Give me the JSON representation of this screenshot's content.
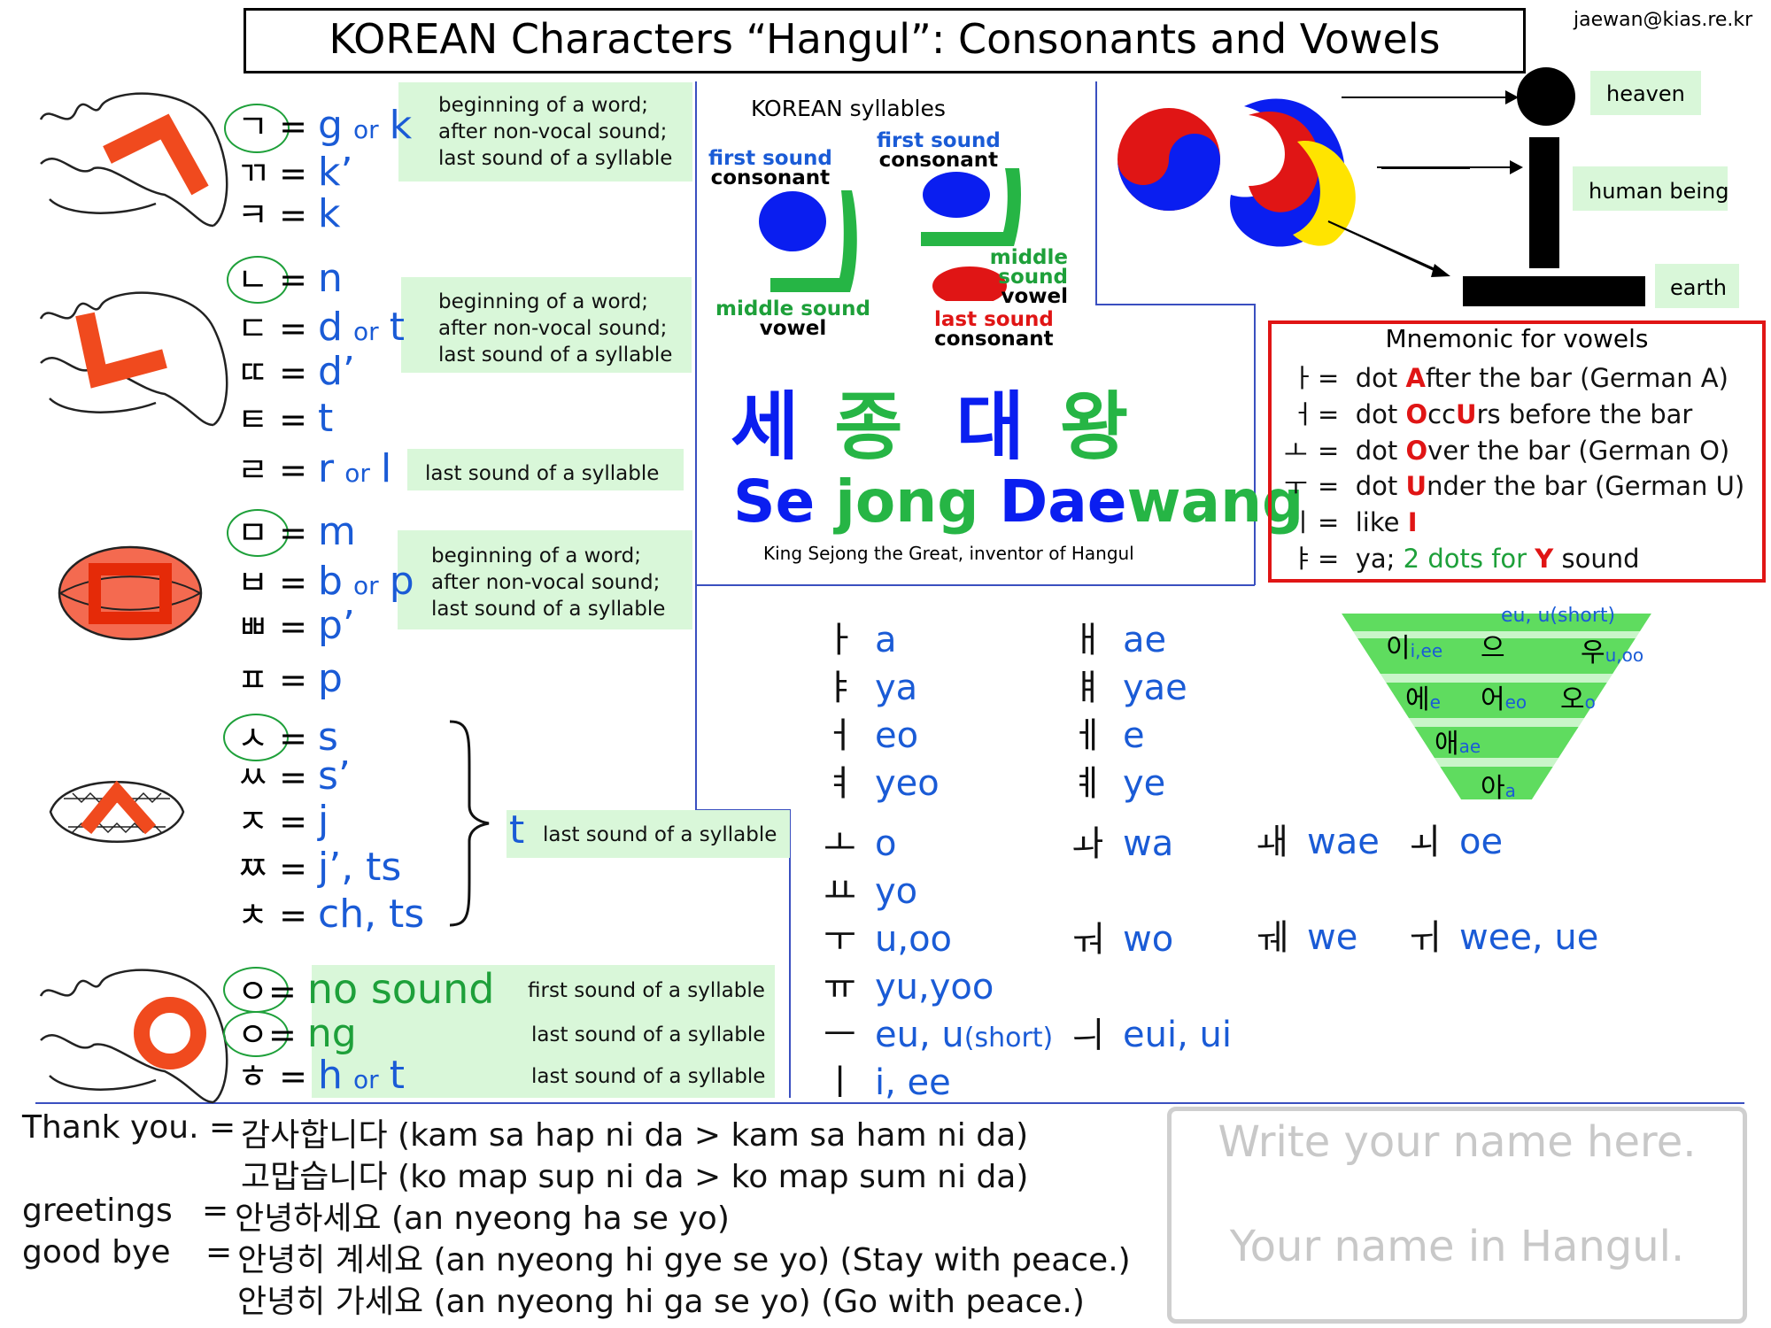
{
  "title": "KOREAN Characters “Hangul”: Consonants and Vowels",
  "email": "jaewan@kias.re.kr",
  "consonants": {
    "g_k": {
      "jamo": "ㄱ",
      "eq": "=",
      "a": "g",
      "or": "or",
      "b": "k"
    },
    "kk": {
      "jamo": "ㄲ",
      "eq": "=",
      "a": "k’"
    },
    "kh": {
      "jamo": "ㅋ",
      "eq": "=",
      "a": "k"
    },
    "n": {
      "jamo": "ㄴ",
      "eq": "=",
      "a": "n"
    },
    "d_t": {
      "jamo": "ㄷ",
      "eq": "=",
      "a": "d",
      "or": "or",
      "b": "t"
    },
    "dd": {
      "jamo": "ㄸ",
      "eq": "=",
      "a": "d’"
    },
    "t": {
      "jamo": "ㅌ",
      "eq": "=",
      "a": "t"
    },
    "r_l": {
      "jamo": "ㄹ",
      "eq": "=",
      "a": "r",
      "or": "or",
      "b": "l"
    },
    "m": {
      "jamo": "ㅁ",
      "eq": "=",
      "a": "m"
    },
    "b_p": {
      "jamo": "ㅂ",
      "eq": "=",
      "a": "b",
      "or": "or",
      "b": "p"
    },
    "pp": {
      "jamo": "ㅃ",
      "eq": "=",
      "a": "p’"
    },
    "ph": {
      "jamo": "ㅍ",
      "eq": "=",
      "a": "p"
    },
    "s": {
      "jamo": "ㅅ",
      "eq": "=",
      "a": "s"
    },
    "ss": {
      "jamo": "ㅆ",
      "eq": "=",
      "a": "s’"
    },
    "j": {
      "jamo": "ㅈ",
      "eq": "=",
      "a": "j"
    },
    "jj": {
      "jamo": "ㅉ",
      "eq": "=",
      "a": "j’, ts"
    },
    "ch": {
      "jamo": "ㅊ",
      "eq": "=",
      "a": "ch, ts"
    },
    "ieung1": {
      "jamo": "ㅇ",
      "eq": "=",
      "a": "no sound"
    },
    "ieung2": {
      "jamo": "ㅇ",
      "eq": "=",
      "a": "ng"
    },
    "h_t": {
      "jamo": "ㅎ",
      "eq": "=",
      "a": "h",
      "or": "or",
      "b": "t"
    }
  },
  "notes": {
    "block_lines": [
      "beginning of a word;",
      "after non-vocal sound;",
      "last sound of a syllable"
    ],
    "last_sound": "last sound of a syllable",
    "first_sound": "first sound of a syllable",
    "t_letter": "t"
  },
  "syllables": {
    "heading": "KOREAN syllables",
    "first_sound": "first sound",
    "consonant": "consonant",
    "middle_sound": "middle sound",
    "vowel": "vowel",
    "last_sound": "last sound"
  },
  "sejong": {
    "hangul": [
      "세",
      "종",
      "대",
      "왕"
    ],
    "roman": [
      "Se",
      "jong",
      "Dae",
      "wang"
    ],
    "caption": "King Sejong the Great, inventor of Hangul"
  },
  "heaven_diagram": {
    "heaven": "heaven",
    "human": "human being",
    "earth": "earth"
  },
  "mnemonic": {
    "title": "Mnemonic for vowels",
    "rows": [
      {
        "jamo": "ㅏ",
        "eq": "=",
        "pre": "dot ",
        "hl": "A",
        "post": "fter the bar (German A)"
      },
      {
        "jamo": "ㅓ",
        "eq": "=",
        "pre": "dot ",
        "hl": "O",
        "mid": "cc",
        "hl2": "U",
        "post": "rs before the bar"
      },
      {
        "jamo": "ㅗ",
        "eq": "=",
        "pre": "dot ",
        "hl": "O",
        "post": "ver the bar (German O)"
      },
      {
        "jamo": "ㅜ",
        "eq": "=",
        "pre": "dot ",
        "hl": "U",
        "post": "nder the bar (German U)"
      },
      {
        "jamo": "ㅣ",
        "eq": "=",
        "pre": "like ",
        "hl": "I",
        "post": ""
      },
      {
        "jamo": "ㅑ",
        "eq": "=",
        "pre": "ya;  ",
        "green": "2 dots for ",
        "hl": "Y",
        "post": " sound"
      }
    ]
  },
  "vowels": [
    {
      "k": "ㅏ",
      "r": "a"
    },
    {
      "k": "ㅑ",
      "r": "ya"
    },
    {
      "k": "ㅓ",
      "r": "eo"
    },
    {
      "k": "ㅕ",
      "r": "yeo"
    },
    {
      "k": "ㅗ",
      "r": "o"
    },
    {
      "k": "ㅛ",
      "r": "yo"
    },
    {
      "k": "ㅜ",
      "r": "u,oo"
    },
    {
      "k": "ㅠ",
      "r": "yu,yoo"
    },
    {
      "k": "ㅡ",
      "r": "eu, u",
      "r2": "(short)"
    },
    {
      "k": "ㅣ",
      "r": "i, ee"
    },
    {
      "k": "ㅐ",
      "r": "ae"
    },
    {
      "k": "ㅒ",
      "r": "yae"
    },
    {
      "k": "ㅔ",
      "r": "e"
    },
    {
      "k": "ㅖ",
      "r": "ye"
    },
    {
      "k": "ㅘ",
      "r": "wa"
    },
    {
      "k": "ㅝ",
      "r": "wo"
    },
    {
      "k": "ㅢ",
      "r": "eui, ui"
    },
    {
      "k": "ㅙ",
      "r": "wae"
    },
    {
      "k": "ㅞ",
      "r": "we"
    },
    {
      "k": "ㅚ",
      "r": "oe"
    },
    {
      "k": "ㅟ",
      "r": "wee, ue"
    }
  ],
  "vowel_chart": {
    "top_label": "eu, u(short)",
    "cells": [
      {
        "k": "이",
        "r": "i,ee"
      },
      {
        "k": "으",
        "r": ""
      },
      {
        "k": "우",
        "r": "u,oo"
      },
      {
        "k": "에",
        "r": "e"
      },
      {
        "k": "어",
        "r": "eo"
      },
      {
        "k": "오",
        "r": "o"
      },
      {
        "k": "애",
        "r": "ae"
      },
      {
        "k": "아",
        "r": "a"
      }
    ]
  },
  "phrases": {
    "thanks_label": "Thank you. =",
    "thanks1": "감사합니다 (kam sa hap ni da > kam sa ham ni da)",
    "thanks2": "고맙습니다 (ko map sup ni da > ko map sum ni da)",
    "greet_label": "greetings",
    "greet_eq": "=",
    "greet": "안녕하세요 (an nyeong ha se yo)",
    "bye_label": "good bye",
    "bye_eq": "=",
    "bye1": "안녕히 계세요 (an nyeong hi gye se yo) (Stay with peace.)",
    "bye2": "안녕히 가세요 (an nyeong hi ga se yo) (Go with peace.)"
  },
  "name_box": {
    "line1": "Write your name here.",
    "line2": "Your name in Hangul."
  },
  "colors": {
    "blue": "#1a5bd6",
    "green": "#1ea03a",
    "red": "#e01515",
    "light_green": "#d9f7d9",
    "mouth_red": "#f04a1e"
  }
}
